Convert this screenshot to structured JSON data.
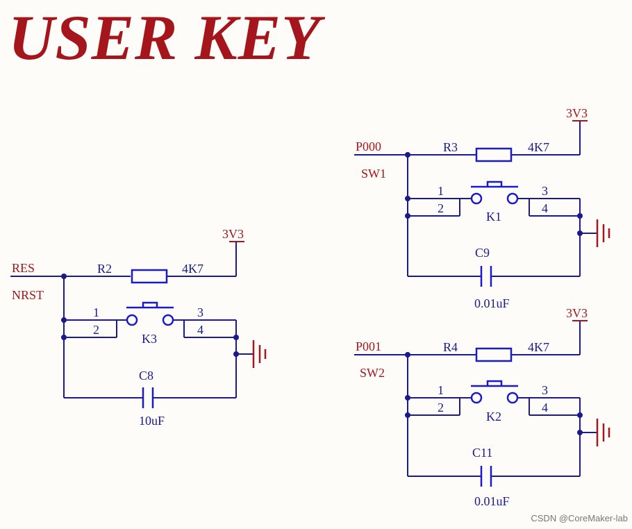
{
  "title": "USER KEY",
  "watermark": "CSDN @CoreMaker-lab",
  "circuits": {
    "reset": {
      "net_label": "RES",
      "net_alias": "NRST",
      "resistor_ref": "R2",
      "resistor_value": "4K7",
      "power": "3V3",
      "switch_ref": "K3",
      "pins": [
        "1",
        "2",
        "3",
        "4"
      ],
      "cap_ref": "C8",
      "cap_value": "10uF"
    },
    "sw1": {
      "net_label": "P000",
      "net_alias": "SW1",
      "resistor_ref": "R3",
      "resistor_value": "4K7",
      "power": "3V3",
      "switch_ref": "K1",
      "pins": [
        "1",
        "2",
        "3",
        "4"
      ],
      "cap_ref": "C9",
      "cap_value": "0.01uF"
    },
    "sw2": {
      "net_label": "P001",
      "net_alias": "SW2",
      "resistor_ref": "R4",
      "resistor_value": "4K7",
      "power": "3V3",
      "switch_ref": "K2",
      "pins": [
        "1",
        "2",
        "3",
        "4"
      ],
      "cap_ref": "C11",
      "cap_value": "0.01uF"
    }
  }
}
